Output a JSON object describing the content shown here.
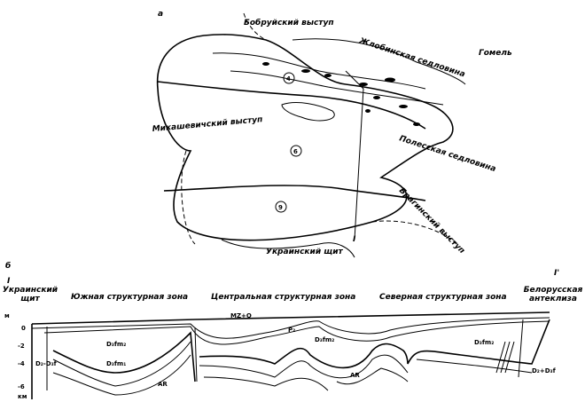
{
  "map": {
    "panel_label": "а",
    "labels": {
      "bobruisk": "Бобруйский выступ",
      "zhlobin": "Жлобинская седловина",
      "gomel": "Гомель",
      "mikashevichi": "Микашевичский выступ",
      "polesie": "Полесская седловина",
      "bragin": "Брагинский выступ",
      "ukrainian_shield": "Украинский щит"
    },
    "zone_markers": [
      "4",
      "6",
      "9"
    ],
    "profile_start": "I"
  },
  "section": {
    "panel_label": "б",
    "profile_start": "I",
    "profile_end": "I'",
    "zones": {
      "ukrainian_shield": "Украинский щит",
      "south": "Южная структурная зона",
      "central": "Центральная структурная зона",
      "north": "Северная структурная зона",
      "belarus": "Белорусская антеклиза"
    },
    "axis": {
      "unit_top": "м",
      "ticks": [
        "0",
        "-2",
        "-4",
        "-6"
      ],
      "unit_bottom": "км"
    },
    "units": {
      "mz": "MZ+Q",
      "ar1": "AR",
      "ar2": "AR",
      "p2": "P₂",
      "d3fm1": "D₃fm₂",
      "d3fm2": "D₃fm₂",
      "d3fm3": "D₃fm₂",
      "d2d3": "D₂-D₃f",
      "d3fm_low": "D₃fm₁",
      "d2d3b": "D₂+D₃f"
    }
  }
}
